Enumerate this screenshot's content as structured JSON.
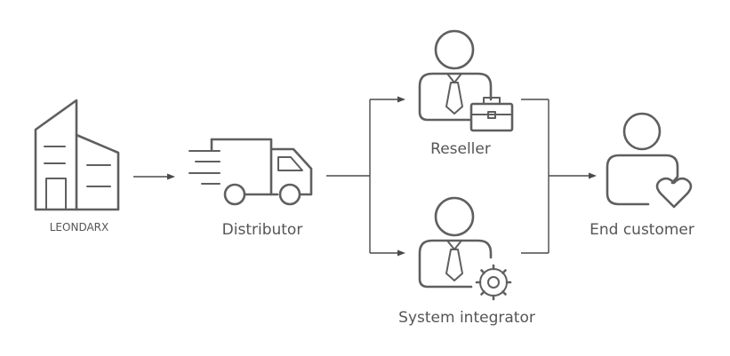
{
  "labels": {
    "manufacturer": "LEONDARX",
    "distributor": "Distributor",
    "reseller": "Reseller",
    "integrator": "System integrator",
    "end_customer": "End customer"
  },
  "icons": {
    "manufacturer": "building-icon",
    "distributor": "delivery-truck-icon",
    "reseller": "businessman-briefcase-icon",
    "integrator": "businessman-gear-icon",
    "end_customer": "customer-heart-icon"
  },
  "colors": {
    "brand": "#6aaa5e",
    "icon": "#5f5f5f",
    "label": "#555555",
    "connector": "#4a4a4a"
  }
}
